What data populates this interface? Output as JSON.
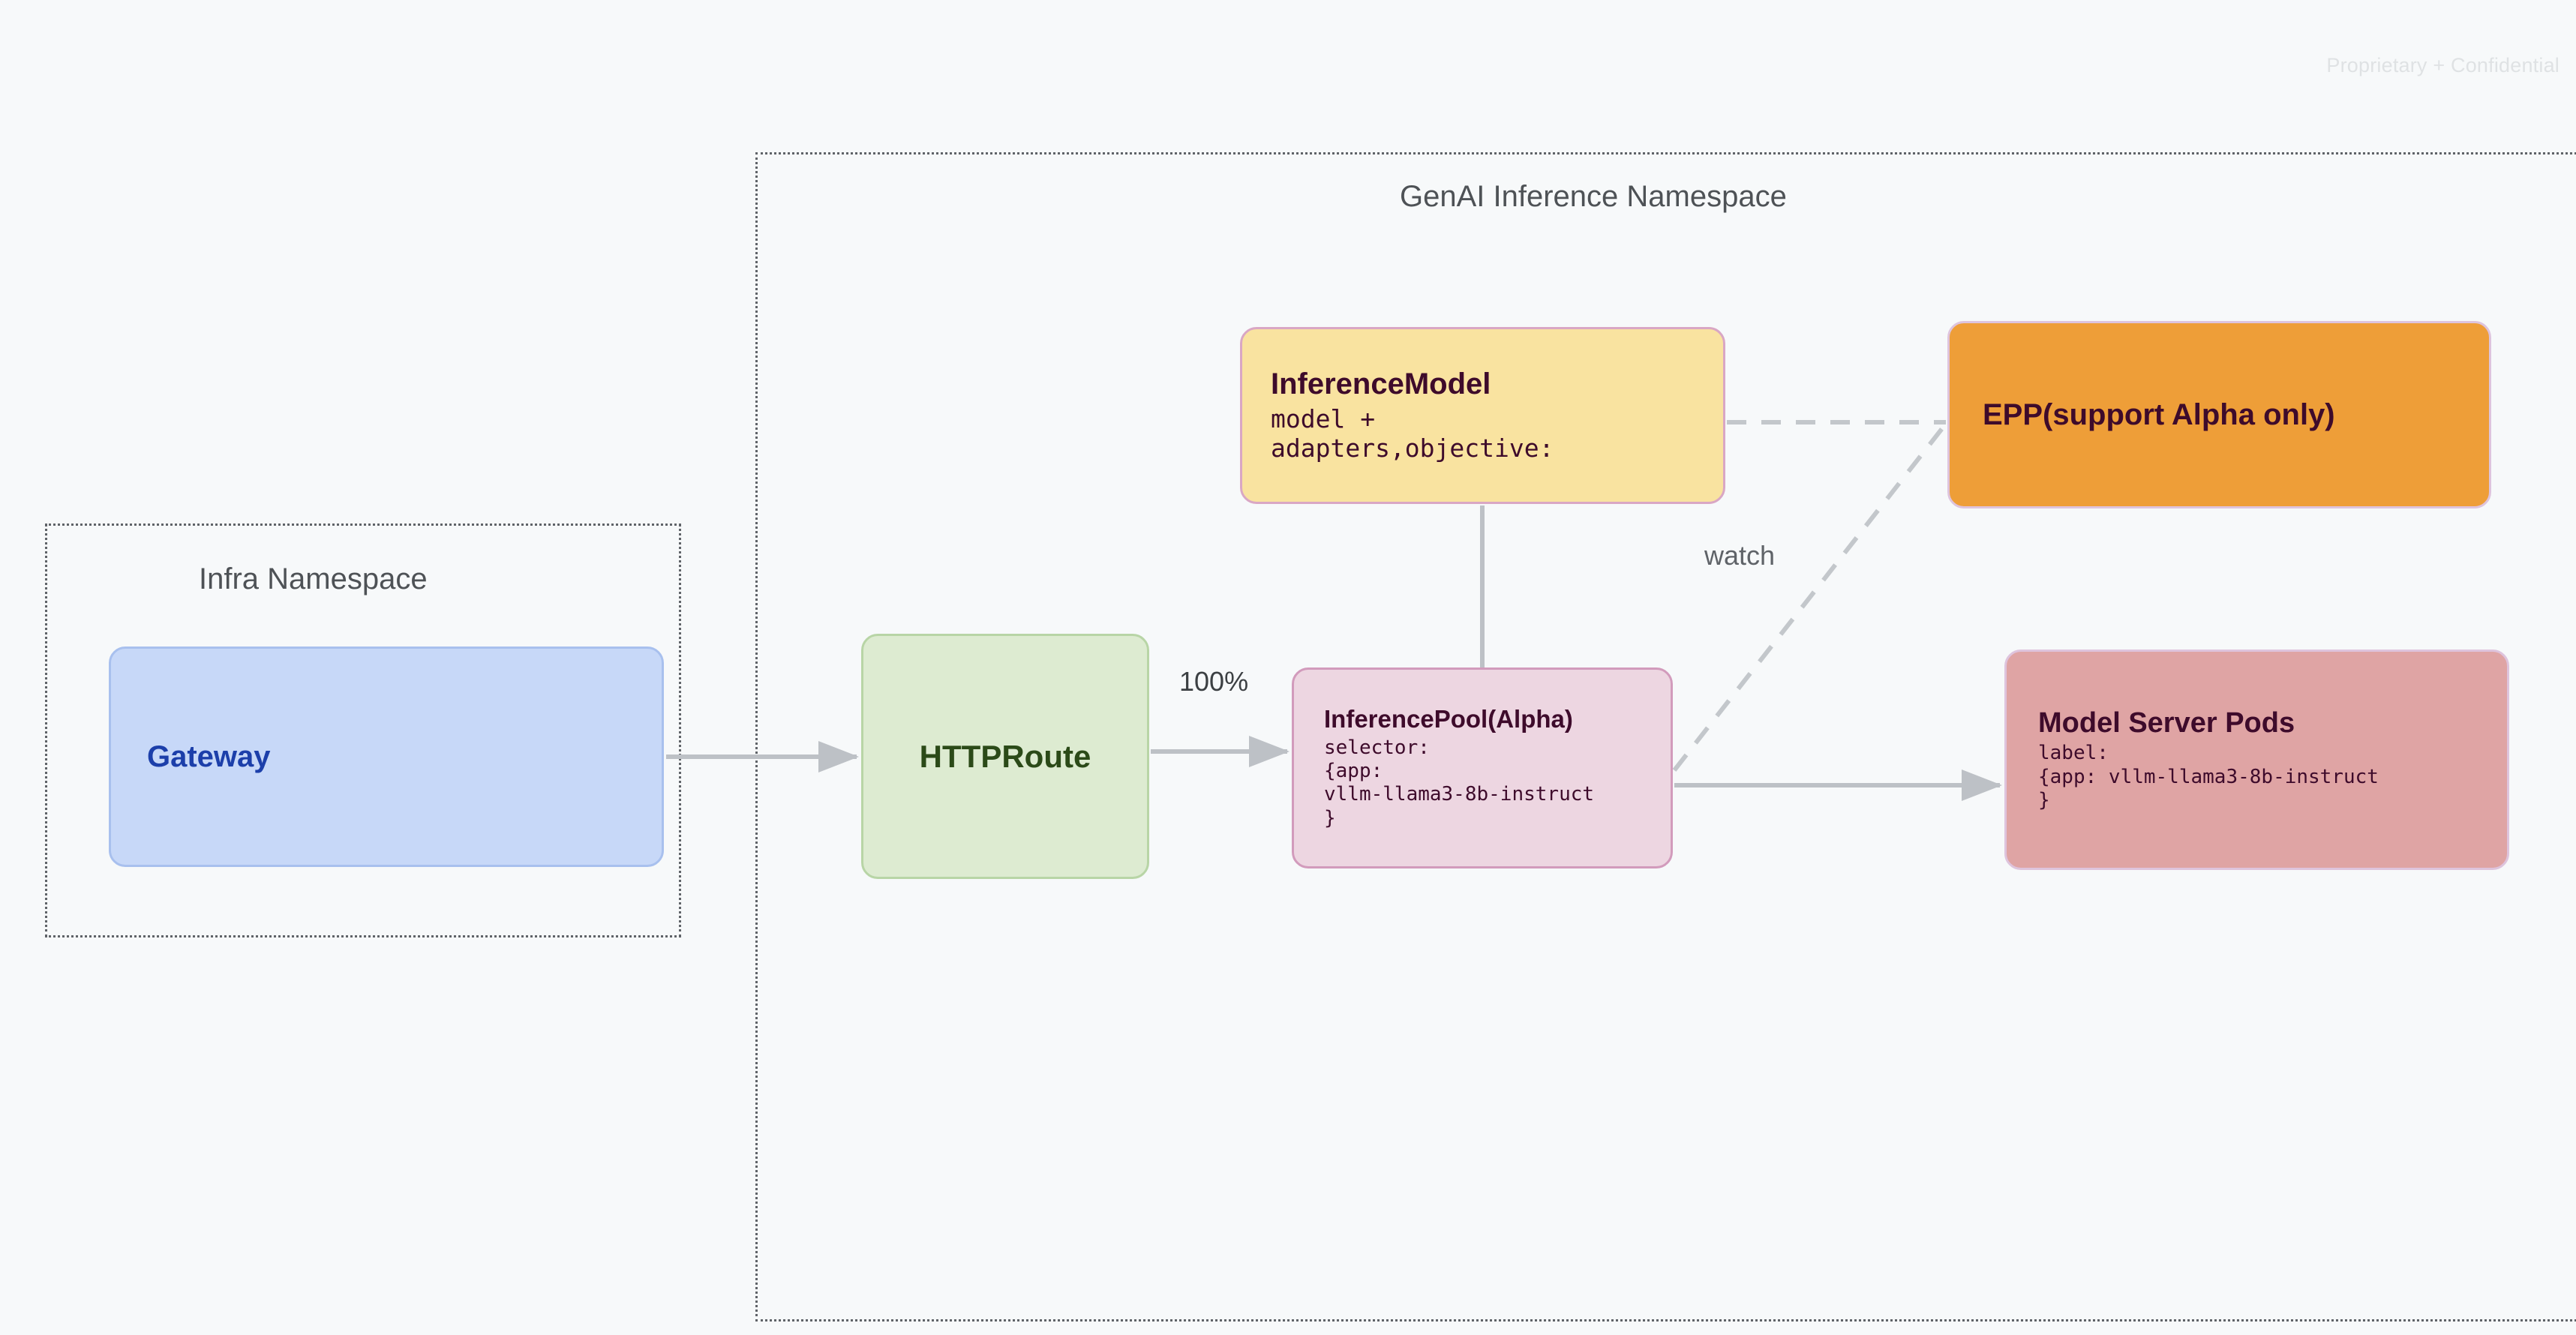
{
  "watermark": "Proprietary + Confidential",
  "namespaces": [
    {
      "id": "infra",
      "title": "Infra Namespace"
    },
    {
      "id": "genai",
      "title": "GenAI Inference Namespace"
    }
  ],
  "nodes": {
    "gateway": {
      "title": "Gateway",
      "fill": "#C7D8F8",
      "border": "#A8C0EE",
      "text_color": "#1C3FAA"
    },
    "httproute": {
      "title": "HTTPRoute",
      "fill": "#DDEBD1",
      "border": "#B8D5A6",
      "text_color": "#2B4A18"
    },
    "inferencemodel": {
      "title": "InferenceModel",
      "sub": "model +\nadapters,objective:",
      "fill": "#F9E3A0",
      "border": "#D9A7C4",
      "text_color": "#3E0B2B"
    },
    "inferencepool": {
      "title": "InferencePool(Alpha)",
      "sub": "selector:\n{app:\nvllm-llama3-8b-instruct\n}",
      "fill": "#EDD6E1",
      "border": "#D29BBC",
      "text_color": "#3E0B2B"
    },
    "epp": {
      "title": "EPP(support Alpha only)",
      "fill": "#EE9E38",
      "border": "#DEC4DD",
      "text_color": "#3E0B2B"
    },
    "modelserverpods": {
      "title": "Model Server Pods",
      "sub": "label:\n{app: vllm-llama3-8b-instruct\n}",
      "fill": "#DFA4A4",
      "border": "#DEC4DD",
      "text_color": "#3E0B2B"
    }
  },
  "edges": {
    "gateway_to_httproute": {
      "label": "",
      "style": "solid-arrow"
    },
    "httproute_to_inferencepool": {
      "label": "100%",
      "style": "solid-arrow"
    },
    "inferencemodel_to_inferencepool": {
      "label": "",
      "style": "solid-plain"
    },
    "inferencemodel_to_epp": {
      "label": "",
      "style": "dashed"
    },
    "inferencepool_to_epp": {
      "label": "watch",
      "style": "dashed"
    },
    "inferencepool_to_modelserverpods": {
      "label": "",
      "style": "solid-arrow"
    }
  },
  "colors": {
    "background": "#F7F9FA",
    "connector": "#BDC1C6",
    "namespace_border": "#5F6368",
    "namespace_title": "#4E5256",
    "watermark": "#DFE2E4"
  }
}
